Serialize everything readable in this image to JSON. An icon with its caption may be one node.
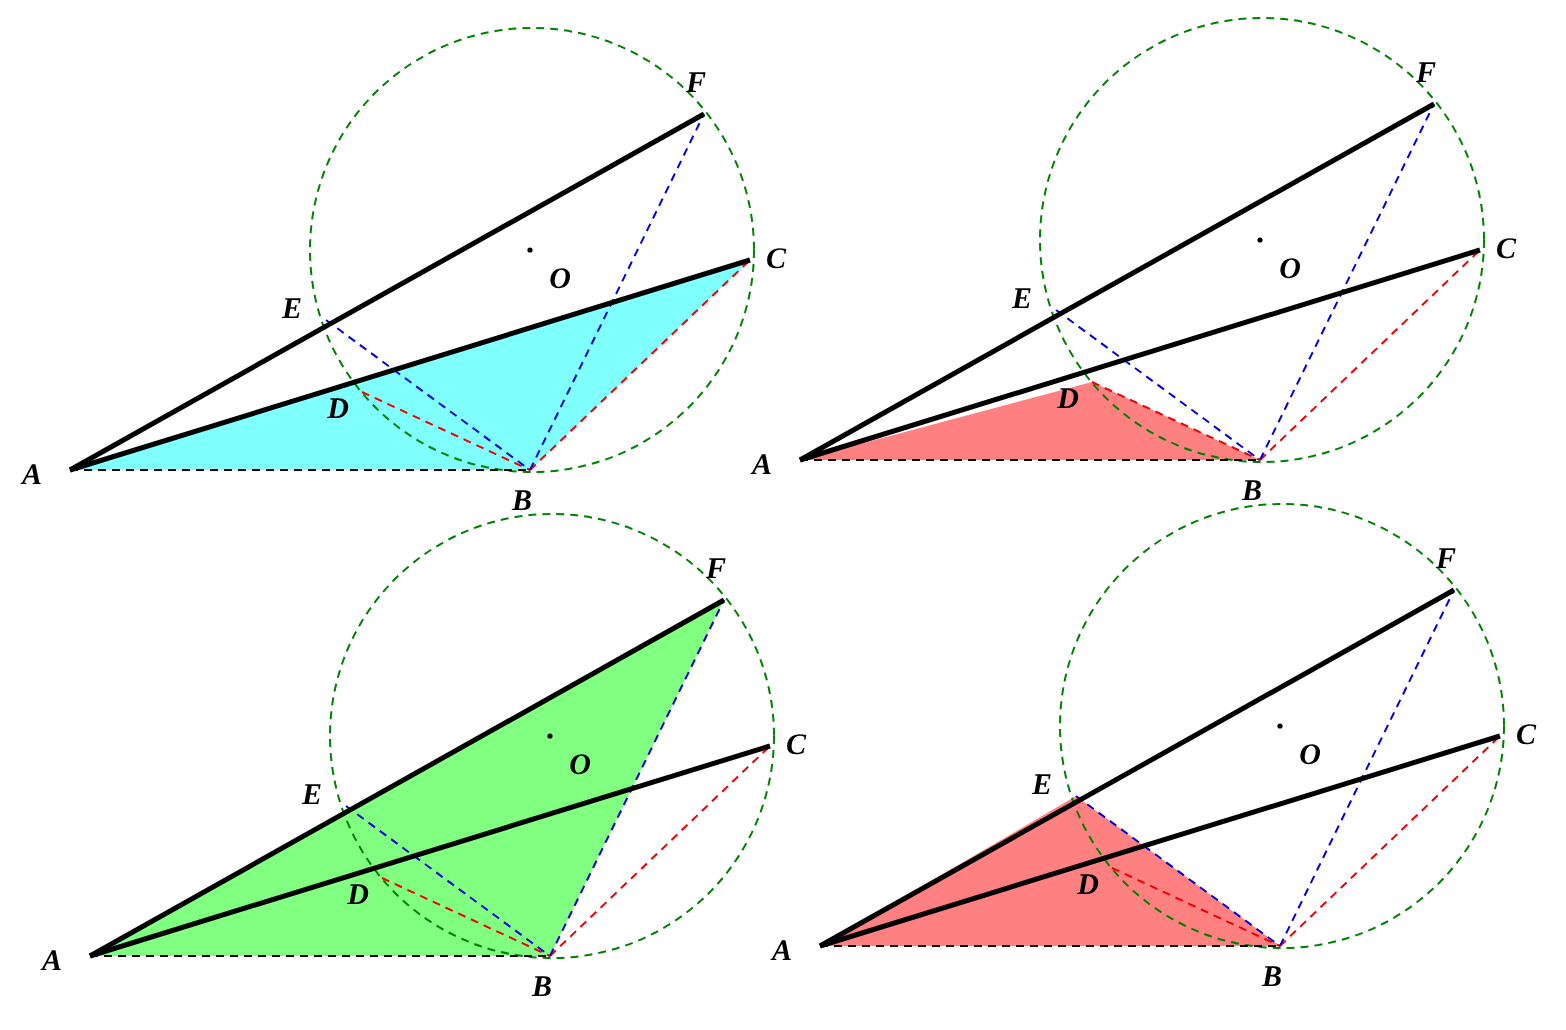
{
  "diagram": {
    "labels": [
      "F",
      "O",
      "C",
      "E",
      "D",
      "A",
      "B",
      "F",
      "O",
      "C",
      "E",
      "D",
      "A",
      "B",
      "F",
      "O",
      "C",
      "E",
      "D",
      "A",
      "B",
      "F",
      "O",
      "C",
      "E",
      "D",
      "A",
      "B"
    ]
  }
}
